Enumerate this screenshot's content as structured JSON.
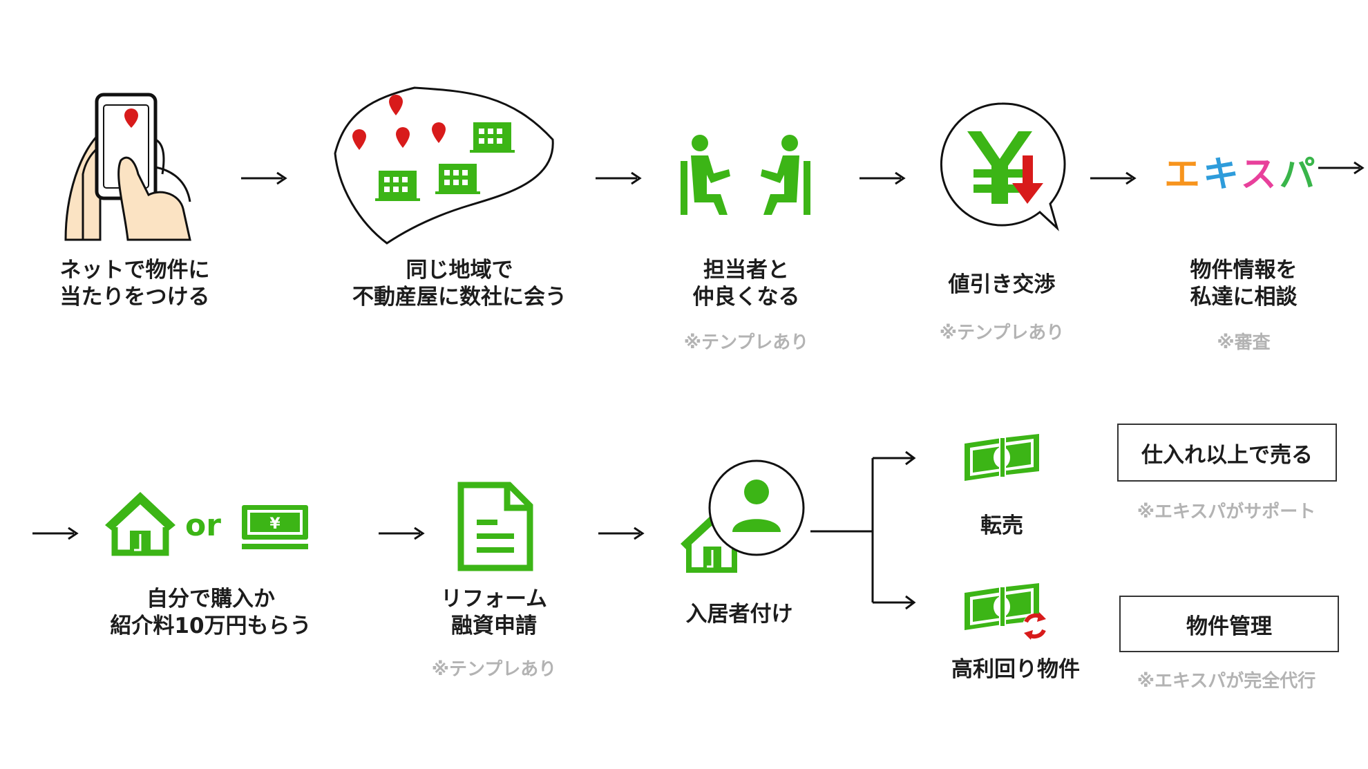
{
  "colors": {
    "green": "#3cb516",
    "red": "#d81b1b",
    "ink": "#1c1c1c",
    "note": "#b3b3b3"
  },
  "row1": [
    {
      "lines": [
        "ネットで物件に",
        "当たりをつける"
      ],
      "icon": "phone-search-icon"
    },
    {
      "lines": [
        "同じ地域で",
        "不動産屋に数社に会う"
      ],
      "icon": "area-map-icon"
    },
    {
      "lines": [
        "担当者と",
        "仲良くなる"
      ],
      "note": "※テンプレあり",
      "icon": "meeting-icon"
    },
    {
      "lines": [
        "値引き交渉"
      ],
      "note": "※テンプレあり",
      "icon": "yen-down-icon"
    },
    {
      "lines": [
        "物件情報を",
        "私達に相談"
      ],
      "note": "※審査",
      "icon": "brand-logo"
    }
  ],
  "brand": {
    "chars": [
      "エ",
      "キ",
      "ス",
      "パ"
    ],
    "colors": [
      "#f7941d",
      "#2e9cdb",
      "#e8409b",
      "#39b54a"
    ]
  },
  "row2": [
    {
      "lines": [
        "自分で購入か",
        "紹介料10万円もらう"
      ],
      "or": "or",
      "bill_symbol": "¥",
      "icon": "house-icon"
    },
    {
      "lines": [
        "リフォーム",
        "融資申請"
      ],
      "note": "※テンプレあり",
      "icon": "document-icon"
    },
    {
      "lines": [
        "入居者付け"
      ],
      "icon": "tenant-icon"
    }
  ],
  "branches": [
    {
      "label": "転売",
      "box": "仕入れ以上で売る",
      "note": "※エキスパがサポート",
      "icon": "cash-icon"
    },
    {
      "label": "高利回り物件",
      "box": "物件管理",
      "note": "※エキスパが完全代行",
      "icon": "cash-cycle-icon"
    }
  ]
}
